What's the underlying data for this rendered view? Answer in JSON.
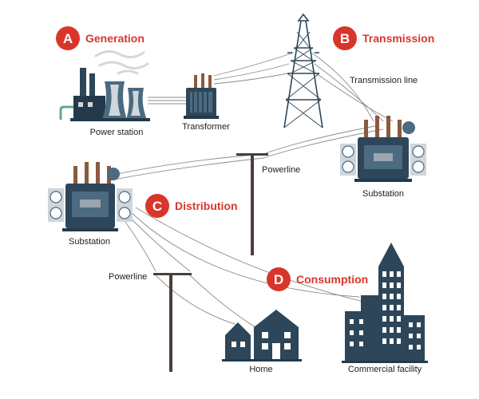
{
  "stages": [
    {
      "letter": "A",
      "title": "Generation"
    },
    {
      "letter": "B",
      "title": "Transmission"
    },
    {
      "letter": "C",
      "title": "Distribution"
    },
    {
      "letter": "D",
      "title": "Consumption"
    }
  ],
  "labels": {
    "power_station": "Power station",
    "transformer": "Transformer",
    "transmission_line": "Transmission line",
    "powerline_upper": "Powerline",
    "substation_right": "Substation",
    "substation_left": "Substation",
    "powerline_lower": "Powerline",
    "home": "Home",
    "commercial_facility": "Commercial facility"
  },
  "colors": {
    "accent": "#d9362b",
    "equipment": "#2d4659",
    "wire": "#8c8c8c",
    "pole": "#4a3f3a"
  }
}
